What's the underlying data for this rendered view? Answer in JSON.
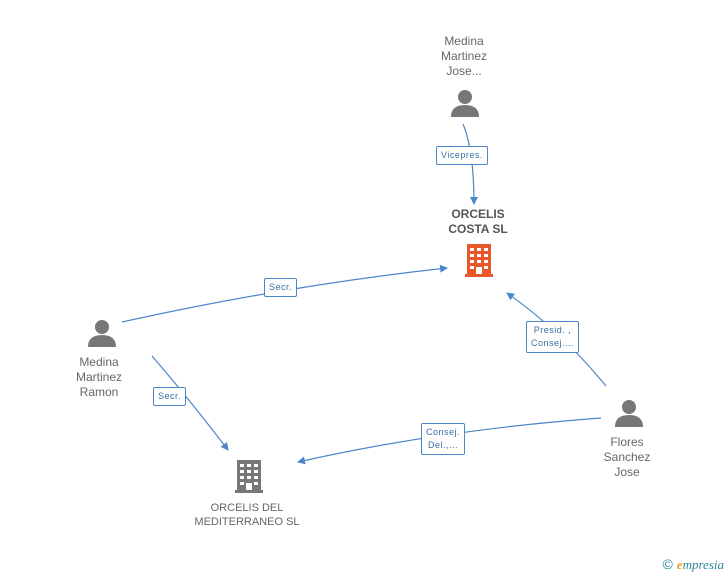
{
  "nodes": {
    "person_top": {
      "lines": [
        "Medina",
        "Martinez",
        "Jose..."
      ]
    },
    "company_costa": {
      "lines": [
        "ORCELIS",
        "COSTA SL"
      ]
    },
    "person_left": {
      "lines": [
        "Medina",
        "Martinez",
        "Ramon"
      ]
    },
    "person_right": {
      "lines": [
        "Flores",
        "Sanchez",
        "Jose"
      ]
    },
    "company_mediterraneo": {
      "lines": [
        "ORCELIS DEL",
        "MEDITERRANEO SL"
      ]
    }
  },
  "edges": {
    "top_to_costa": {
      "lines": [
        "Vicepres."
      ]
    },
    "left_to_costa": {
      "lines": [
        "Secr."
      ]
    },
    "right_to_costa": {
      "lines": [
        "Presid. ,",
        "Consej...."
      ]
    },
    "left_to_mediterraneo": {
      "lines": [
        "Secr."
      ]
    },
    "right_to_mediterraneo": {
      "lines": [
        "Consej.",
        "Del.,..."
      ]
    }
  },
  "colors": {
    "edge": "#4a86c8",
    "person_icon": "#777777",
    "company_main": "#e8582a",
    "company_other": "#777777"
  },
  "watermark": {
    "copyright": "©",
    "brand_initial": "e",
    "brand_rest": "mpresia"
  }
}
